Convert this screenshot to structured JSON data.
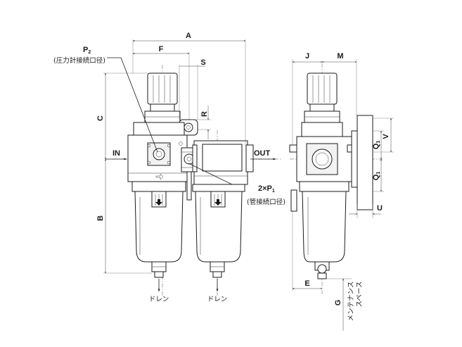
{
  "labels": {
    "A": "A",
    "F": "F",
    "S": "S",
    "R": "R",
    "C": "C",
    "B": "B",
    "IN": "IN",
    "OUT": "OUT",
    "J": "J",
    "M": "M",
    "V": "V",
    "Q1": "Q",
    "Q2": "Q",
    "Q_sub": "1",
    "U": "U",
    "E": "E",
    "G": "G",
    "P2": "P",
    "P2_sub": "2",
    "P2_note": "(圧力計接続口径)",
    "P1_prefix": "2×",
    "P1": "P",
    "P1_sub": "1",
    "P1_note": "(管接続口径)",
    "drain1": "ドレン",
    "drain2": "ドレン",
    "maint_line1": "メンテナンス",
    "maint_line2": "スペース"
  }
}
